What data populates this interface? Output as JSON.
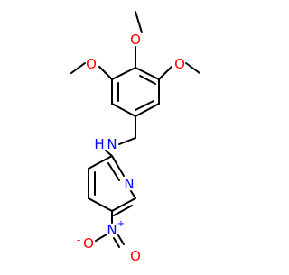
{
  "molecule": {
    "atoms": {
      "methoxy_left": "O",
      "methoxy_middle": "O",
      "methoxy_right": "O",
      "amine_n": "N",
      "amine_h": "H",
      "pyridine_n": "N",
      "nitro_n": "N",
      "nitro_n_charge": "+",
      "nitro_o_left": "O",
      "nitro_o_left_charge": "-",
      "nitro_o_bottom": "O"
    },
    "colors": {
      "bond": "#000000",
      "oxygen": "#ff0000",
      "nitrogen": "#0000ff",
      "background": "#ffffff"
    }
  }
}
